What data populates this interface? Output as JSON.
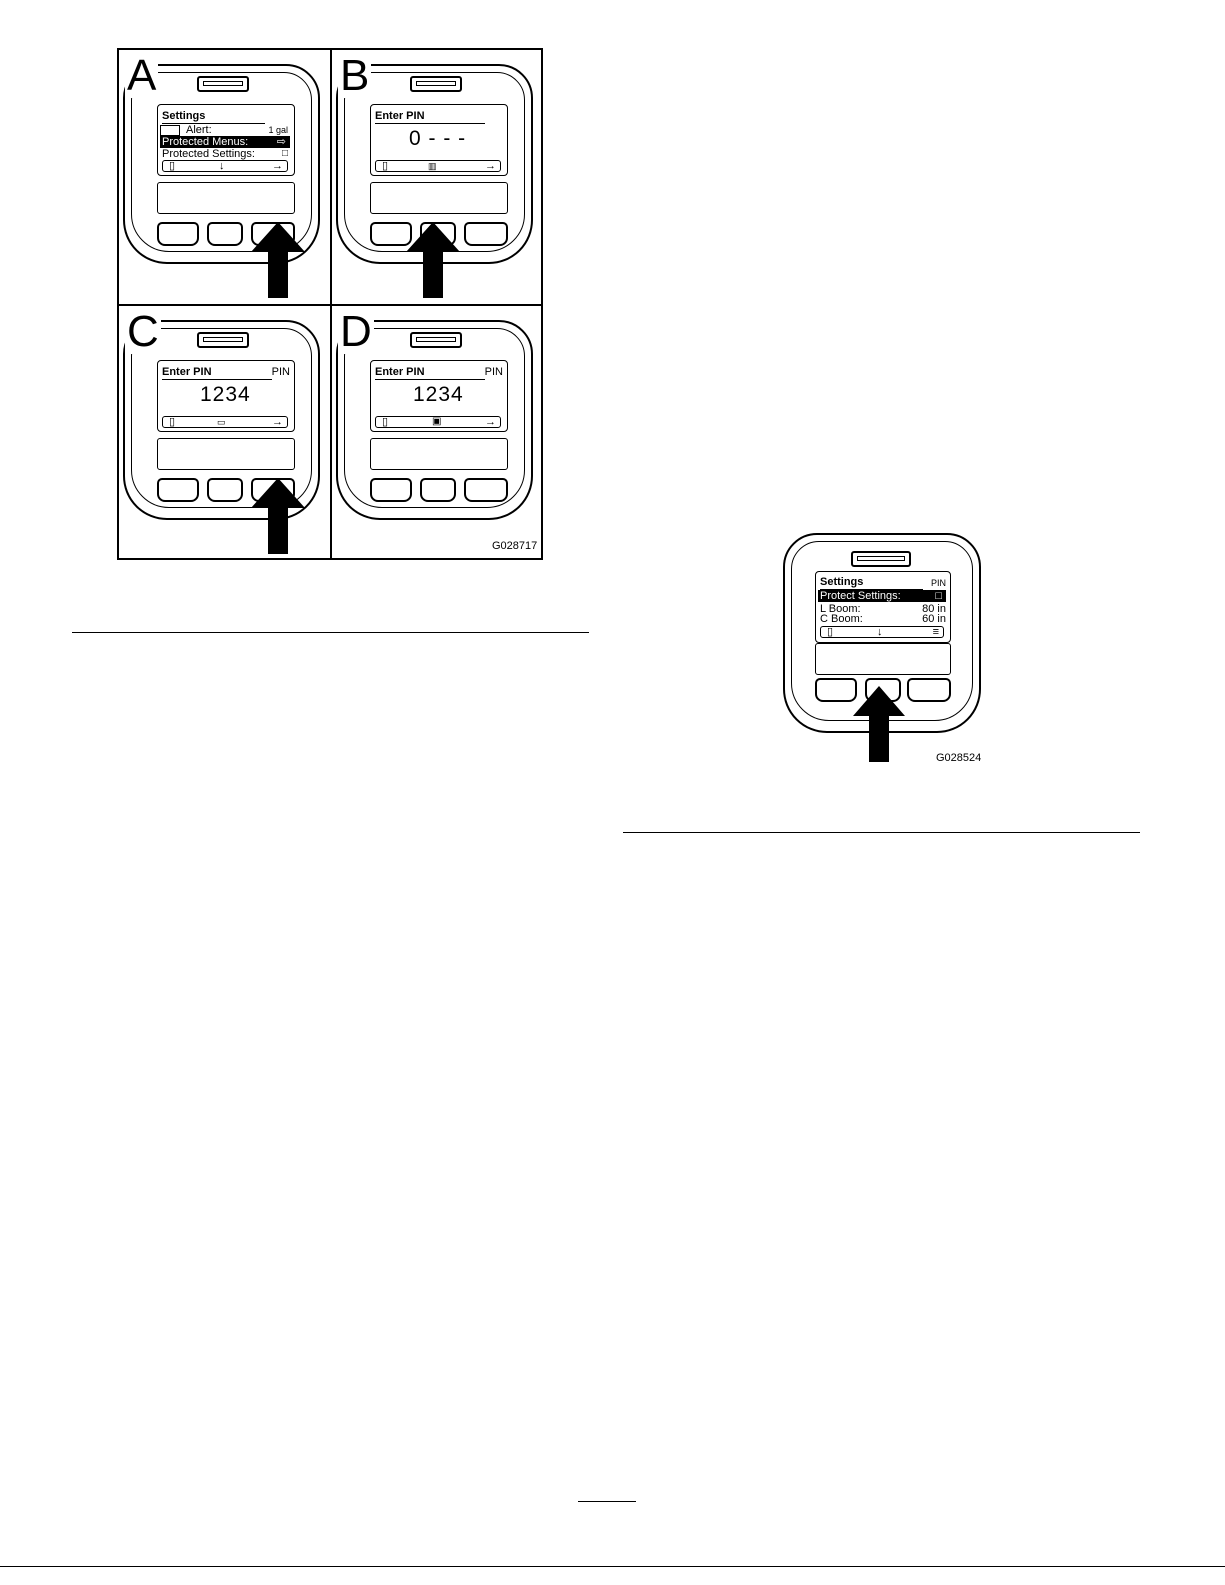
{
  "panels": [
    {
      "letter": "A",
      "screen": {
        "title": "Settings",
        "right": "",
        "rows": [
          {
            "text": "Alert:",
            "value": "1 gal",
            "inverted": false
          },
          {
            "text": "Protected Menus:",
            "value": "⇨",
            "inverted": true
          },
          {
            "text": "Protected Settings:",
            "value": "□",
            "inverted": false
          }
        ]
      },
      "softkeys": [
        "exit-icon",
        "down-arrow-icon",
        "right-arrow-icon"
      ]
    },
    {
      "letter": "B",
      "screen": {
        "title": "Enter PIN",
        "right": "",
        "pin": "0 - - -"
      },
      "softkeys": [
        "exit-icon",
        "increment-icon",
        "right-arrow-icon"
      ]
    },
    {
      "letter": "C",
      "screen": {
        "title": "Enter PIN",
        "right": "PIN",
        "pin": "1234"
      },
      "softkeys": [
        "exit-icon",
        "increment-icon",
        "right-arrow-icon"
      ]
    },
    {
      "letter": "D",
      "screen": {
        "title": "Enter PIN",
        "right": "PIN",
        "pin": "1234"
      },
      "softkeys": [
        "exit-icon",
        "save-icon",
        "right-arrow-icon"
      ]
    }
  ],
  "figure1_code": "G028717",
  "figure2": {
    "screen": {
      "title": "Settings",
      "right": "PIN",
      "rows": [
        {
          "text": "Protect Settings:",
          "value": "□",
          "inverted": true
        },
        {
          "text": "L Boom:",
          "value": "80 in",
          "inverted": false
        },
        {
          "text": "C Boom:",
          "value": "60 in",
          "inverted": false
        }
      ]
    },
    "softkeys": [
      "exit-icon",
      "down-arrow-icon",
      "menu-icon"
    ],
    "code": "G028524"
  }
}
